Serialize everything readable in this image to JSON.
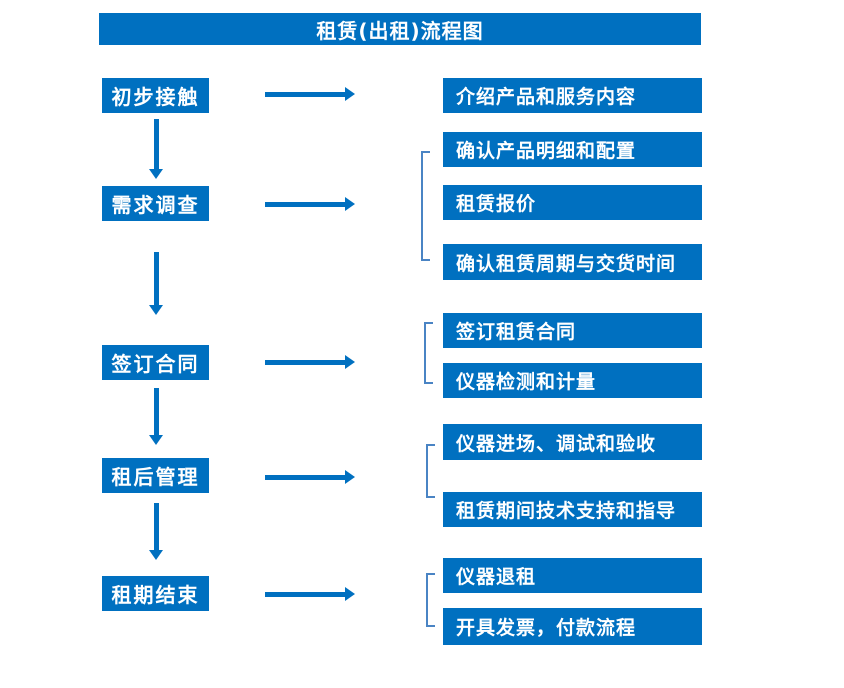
{
  "title": "租赁(出租)流程图",
  "colors": {
    "box_blue": "#0070C0",
    "arrow_blue": "#0070C0",
    "bracket_blue": "#4a84c4",
    "text_white": "#ffffff"
  },
  "flow": [
    {
      "step": "初步接触",
      "outputs": [
        "介绍产品和服务内容"
      ]
    },
    {
      "step": "需求调查",
      "outputs": [
        "确认产品明细和配置",
        "租赁报价",
        "确认租赁周期与交货时间"
      ]
    },
    {
      "step": "签订合同",
      "outputs": [
        "签订租赁合同",
        "仪器检测和计量"
      ]
    },
    {
      "step": "租后管理",
      "outputs": [
        "仪器进场、调试和验收",
        "租赁期间技术支持和指导"
      ]
    },
    {
      "step": "租期结束",
      "outputs": [
        "仪器退租",
        "开具发票，付款流程"
      ]
    }
  ]
}
